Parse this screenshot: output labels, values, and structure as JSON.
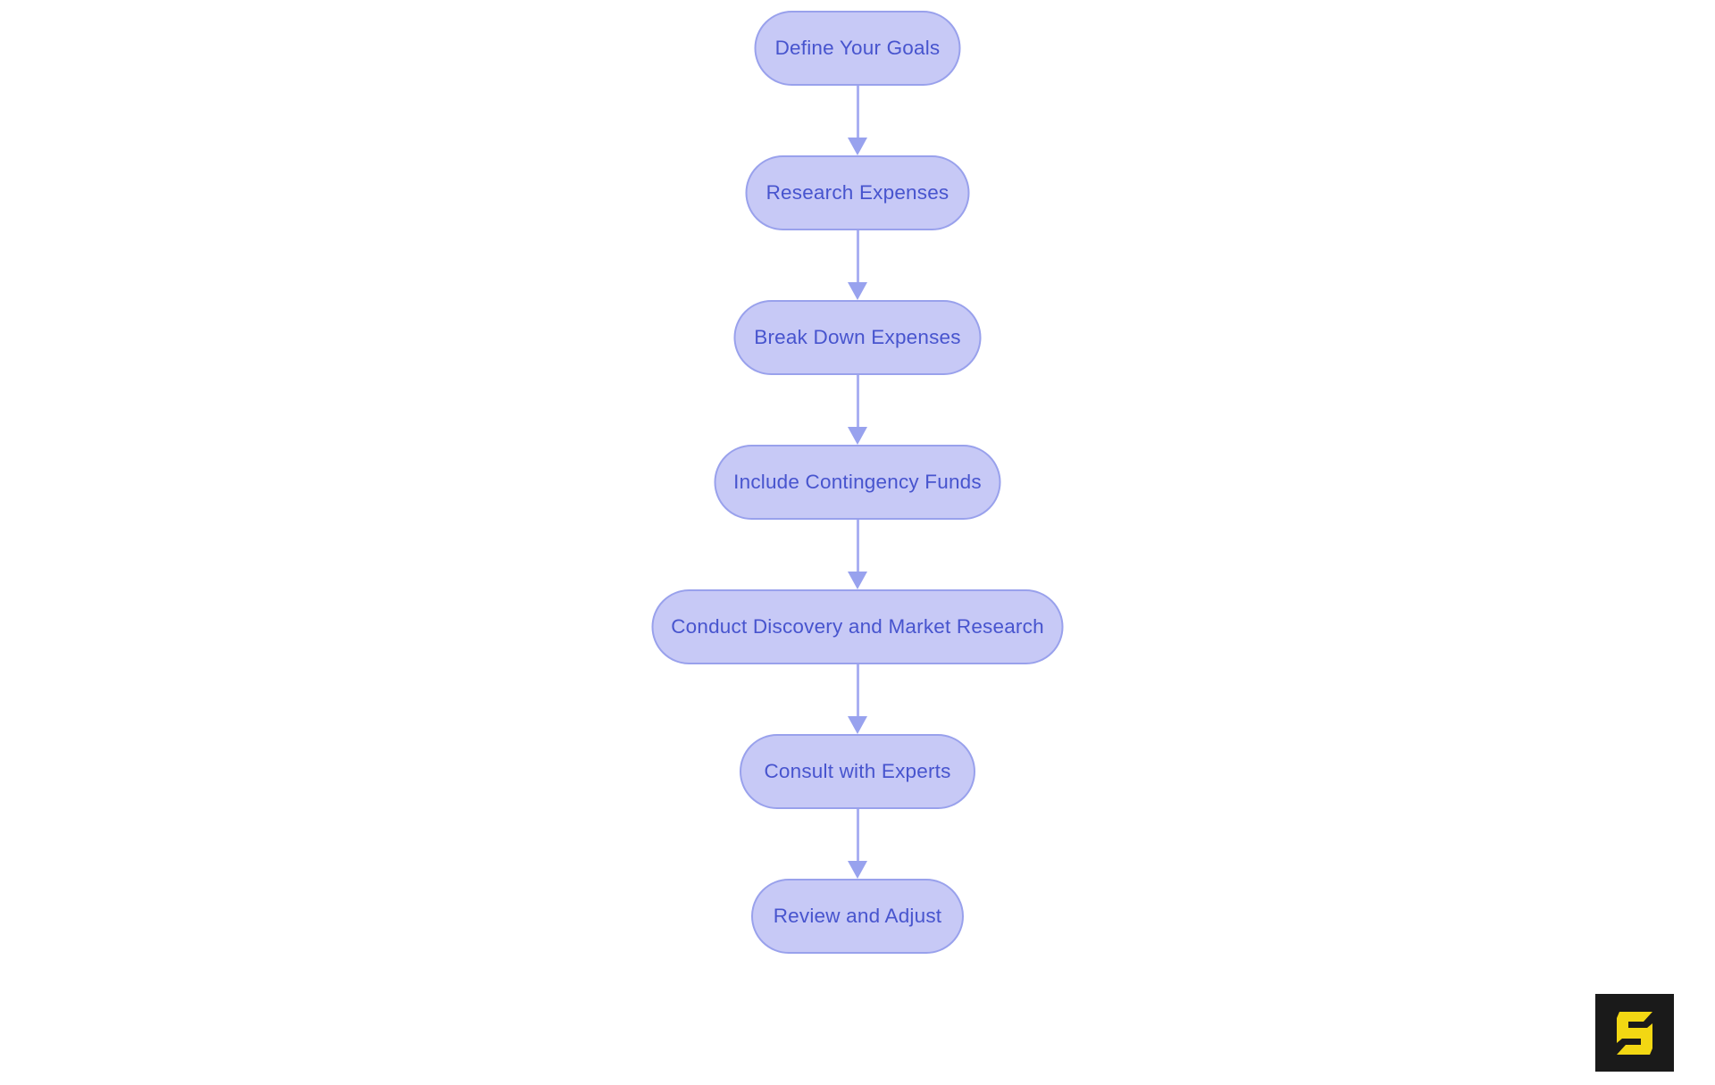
{
  "diagram": {
    "type": "flowchart",
    "direction": "top-down",
    "nodes": [
      {
        "id": 1,
        "label": "Define Your Goals"
      },
      {
        "id": 2,
        "label": "Research Expenses"
      },
      {
        "id": 3,
        "label": "Break Down Expenses"
      },
      {
        "id": 4,
        "label": "Include Contingency Funds"
      },
      {
        "id": 5,
        "label": "Conduct Discovery and Market Research"
      },
      {
        "id": 6,
        "label": "Consult with Experts"
      },
      {
        "id": 7,
        "label": "Review and Adjust"
      }
    ],
    "edges": [
      [
        1,
        2
      ],
      [
        2,
        3
      ],
      [
        3,
        4
      ],
      [
        4,
        5
      ],
      [
        5,
        6
      ],
      [
        6,
        7
      ]
    ],
    "colors": {
      "background": "#ffffff",
      "node_fill": "#c7c9f6",
      "node_border": "#99a1ec",
      "node_text": "#4754ce",
      "arrow": "#a9aff2",
      "arrowhead": "#98a2ee",
      "logo_background": "#1a1a1a",
      "logo_glyph": "#f2d713"
    },
    "branding": {
      "icon": "angular-s-logo-icon"
    }
  }
}
